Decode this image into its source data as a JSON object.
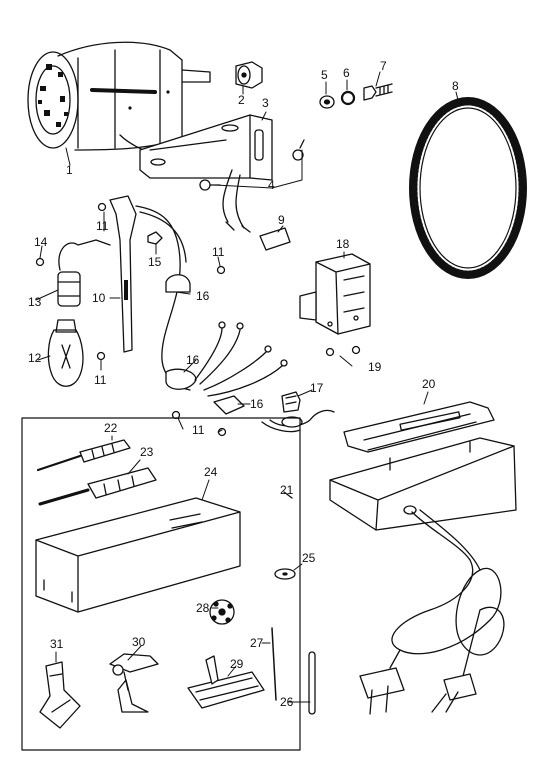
{
  "parts": [
    {
      "id": "1",
      "name": "motor"
    },
    {
      "id": "2",
      "name": "pulley"
    },
    {
      "id": "3",
      "name": "motor-bracket"
    },
    {
      "id": "4",
      "name": "bracket-screws"
    },
    {
      "id": "5",
      "name": "washer"
    },
    {
      "id": "6",
      "name": "lock-washer"
    },
    {
      "id": "7",
      "name": "bolt"
    },
    {
      "id": "8",
      "name": "belt"
    },
    {
      "id": "9",
      "name": "connector"
    },
    {
      "id": "10",
      "name": "lamp-bracket"
    },
    {
      "id": "11",
      "name": "screws"
    },
    {
      "id": "12",
      "name": "bulb"
    },
    {
      "id": "13",
      "name": "lamp-socket"
    },
    {
      "id": "14",
      "name": "socket-screw"
    },
    {
      "id": "15",
      "name": "nut"
    },
    {
      "id": "16",
      "name": "wire-clamps"
    },
    {
      "id": "17",
      "name": "terminal"
    },
    {
      "id": "18",
      "name": "terminal-block"
    },
    {
      "id": "19",
      "name": "block-screws"
    },
    {
      "id": "20",
      "name": "foot-controller"
    },
    {
      "id": "21",
      "name": "accessory-kit"
    },
    {
      "id": "22",
      "name": "small-screwdriver"
    },
    {
      "id": "23",
      "name": "large-screwdriver"
    },
    {
      "id": "24",
      "name": "accessory-box"
    },
    {
      "id": "25",
      "name": "spool-disc"
    },
    {
      "id": "26",
      "name": "seam-guide"
    },
    {
      "id": "27",
      "name": "needle"
    },
    {
      "id": "28",
      "name": "bobbin"
    },
    {
      "id": "29",
      "name": "buttonhole-foot"
    },
    {
      "id": "30",
      "name": "zipper-foot"
    },
    {
      "id": "31",
      "name": "hemmer-foot"
    }
  ]
}
